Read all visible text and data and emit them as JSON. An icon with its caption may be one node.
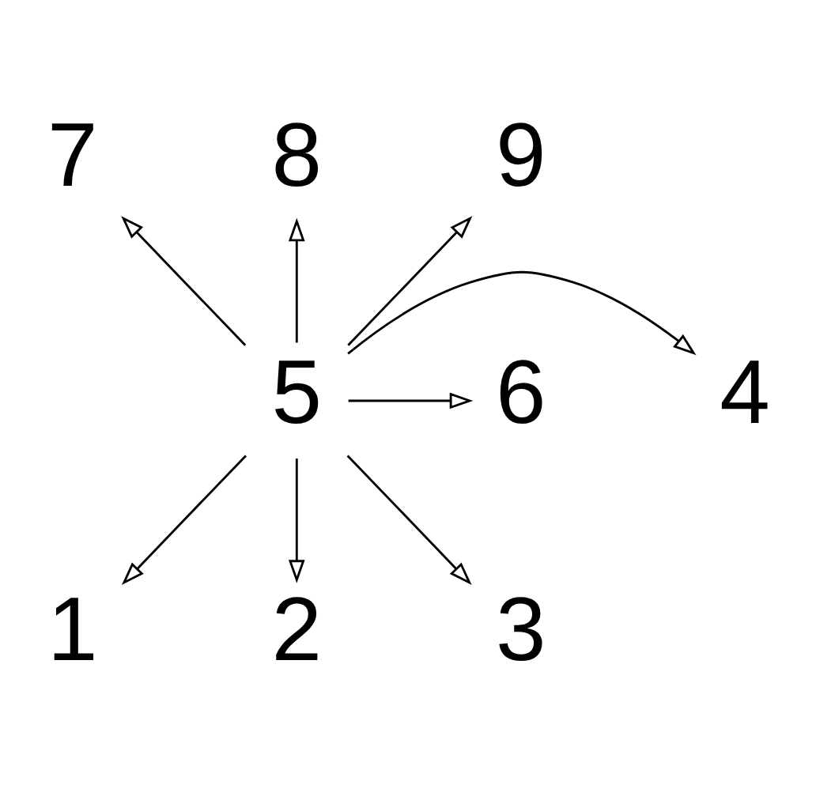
{
  "diagram": {
    "nodes": [
      {
        "text": [
          "7"
        ]
      },
      {
        "text": [
          "8"
        ]
      },
      {
        "text": [
          "9"
        ]
      },
      {
        "text": [
          "4"
        ]
      },
      {
        "text": [
          "5"
        ]
      },
      {
        "text": [
          "6"
        ]
      },
      {
        "text": [
          "1"
        ]
      },
      {
        "text": [
          "2"
        ]
      },
      {
        "text": [
          "3"
        ]
      }
    ],
    "edges": [
      {
        "from": 4,
        "to": 0,
        "arrow": "to"
      },
      {
        "from": 4,
        "to": 1,
        "arrow": "to"
      },
      {
        "from": 4,
        "to": 2,
        "arrow": "to"
      },
      {
        "from": 4,
        "to": 3,
        "arrow": "to"
      },
      {
        "from": 4,
        "to": 5,
        "arrow": "to"
      },
      {
        "from": 4,
        "to": 6,
        "arrow": "to"
      },
      {
        "from": 4,
        "to": 7,
        "arrow": "to"
      },
      {
        "from": 4,
        "to": 8,
        "arrow": "to"
      }
    ]
  }
}
